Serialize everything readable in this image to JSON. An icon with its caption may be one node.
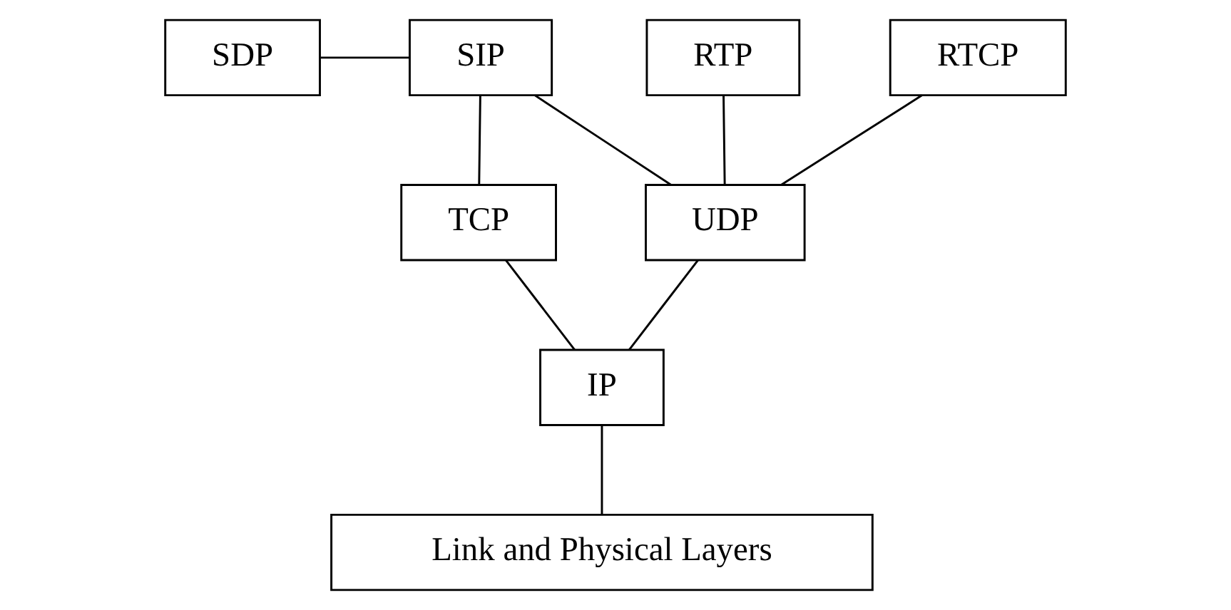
{
  "diagram": {
    "nodes": [
      {
        "text": [
          "SDP"
        ]
      },
      {
        "text": [
          "SIP"
        ]
      },
      {
        "text": [
          "RTP"
        ]
      },
      {
        "text": [
          "RTCP"
        ]
      },
      {
        "text": [
          "TCP"
        ]
      },
      {
        "text": [
          "UDP"
        ]
      },
      {
        "text": [
          "IP"
        ]
      },
      {
        "text": [
          "Link and Physical Layers"
        ]
      }
    ],
    "edges": [
      {
        "from": 0,
        "to": 1,
        "arrow": "none"
      },
      {
        "from": 1,
        "to": 4,
        "arrow": "none"
      },
      {
        "from": 1,
        "to": 5,
        "arrow": "none"
      },
      {
        "from": 2,
        "to": 5,
        "arrow": "none"
      },
      {
        "from": 3,
        "to": 5,
        "arrow": "none"
      },
      {
        "from": 4,
        "to": 6,
        "arrow": "none"
      },
      {
        "from": 5,
        "to": 6,
        "arrow": "none"
      },
      {
        "from": 6,
        "to": 7,
        "arrow": "none"
      }
    ]
  }
}
